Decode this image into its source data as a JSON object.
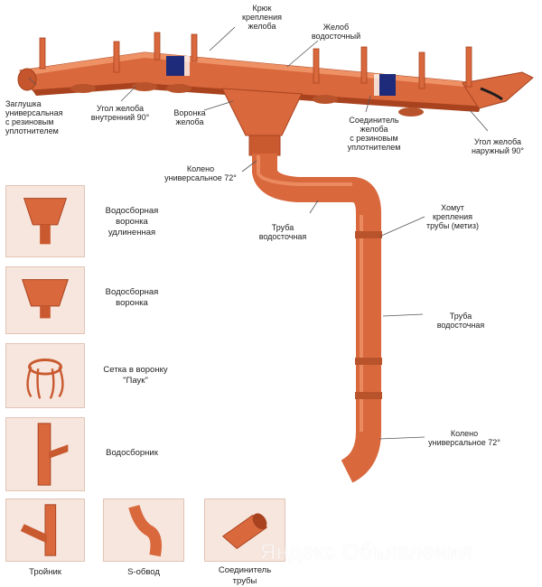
{
  "colors": {
    "pvc": "#d9683d",
    "pvc_dark": "#a9431f",
    "pvc_light": "#ee9266",
    "seal": "#1d2b7a",
    "tile_bg": "#f7e6de",
    "text": "#222222"
  },
  "callouts": {
    "hook": "Крюк\nкрепления\nжелоба",
    "gutter": "Желоб\nводосточный",
    "end_cap": "Заглушка\nуниверсальная\nс резиновым\nуплотнителем",
    "inner_corner": "Угол желоба\nвнутренний 90°",
    "funnel": "Воронка\nжелоба",
    "connector": "Соединитель\nжелоба\nс резиновым\nуплотнителем",
    "outer_corner": "Угол желоба\nнаружный 90°",
    "elbow_top": "Колено\nуниверсальное 72°",
    "pipe_upper": "Труба\nводосточная",
    "clamp": "Хомут\nкрепления\nтрубы (метиз)",
    "pipe_main": "Труба\nводосточная",
    "elbow_bottom": "Колено\nуниверсальное 72°"
  },
  "parts": {
    "long_funnel": "Водосборная\nворонка\nудлиненная",
    "funnel": "Водосборная\nворонка",
    "spider": "Сетка в воронку\n\"Паук\"",
    "collector": "Водосборник",
    "tee": "Тройник",
    "s_bend": "S-обвод",
    "pipe_connector": "Соединитель\nтрубы"
  },
  "watermark": "Яндекс Объявления"
}
